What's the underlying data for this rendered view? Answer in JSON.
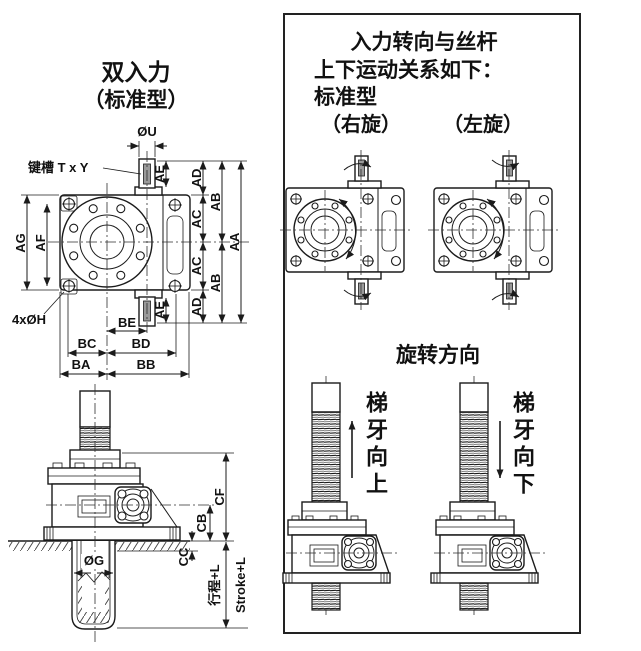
{
  "colors": {
    "line": "#1b1b1b",
    "background": "#ffffff"
  },
  "left_section": {
    "title_line1": "双入力",
    "title_line2": "（标准型）",
    "front_view": {
      "shaft_diameter_label": "ØU",
      "keyway_label": "键槽 T x Y",
      "mount_holes_label": "4xØH",
      "dims": {
        "aa": "AA",
        "ab": "AB",
        "ac": "AC",
        "ad": "AD",
        "ae": "AE",
        "af": "AF",
        "ag": "AG",
        "ba": "BA",
        "bb": "BB",
        "bc": "BC",
        "bd": "BD",
        "be": "BE"
      }
    },
    "side_view": {
      "dims": {
        "cf": "CF",
        "cb": "CB",
        "cc": "CC",
        "tube_diameter": "ØG",
        "stroke_cn": "行程+L",
        "stroke_en": "Stroke+L"
      }
    }
  },
  "right_panel": {
    "heading_line1": "入力转向与丝杆",
    "heading_line2": "上下运动关系如下：",
    "heading_line3": "标准型",
    "right_hand_label": "（右旋）",
    "left_hand_label": "（左旋）",
    "rotation_heading": "旋转方向",
    "screw_up_label": "梯牙向上",
    "screw_down_label": "梯牙向下"
  }
}
